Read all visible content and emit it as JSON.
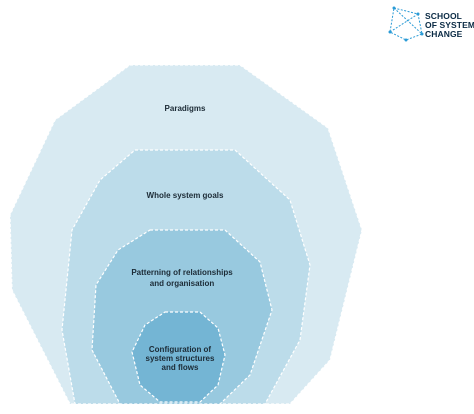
{
  "logo": {
    "line1": "SCHOOL",
    "line2": "OF SYSTEM",
    "line3": "CHANGE"
  },
  "levels": [
    {
      "label": "Paradigms",
      "fill": "#d8eaf2"
    },
    {
      "label": "Whole system goals",
      "fill": "#bcdcea"
    },
    {
      "label": "Patterning of relationships and organisation",
      "label_lines": [
        "Patterning of relationships",
        "and organisation"
      ],
      "fill": "#98c9df"
    },
    {
      "label": "Configuration of system structures and flows",
      "label_lines": [
        "Configuration of",
        "system structures",
        "and flows"
      ],
      "fill": "#74b5d4"
    }
  ],
  "colors": {
    "outline": "#ffffff",
    "text": "#1c2b36",
    "logo_accent": "#2a9bd6"
  }
}
